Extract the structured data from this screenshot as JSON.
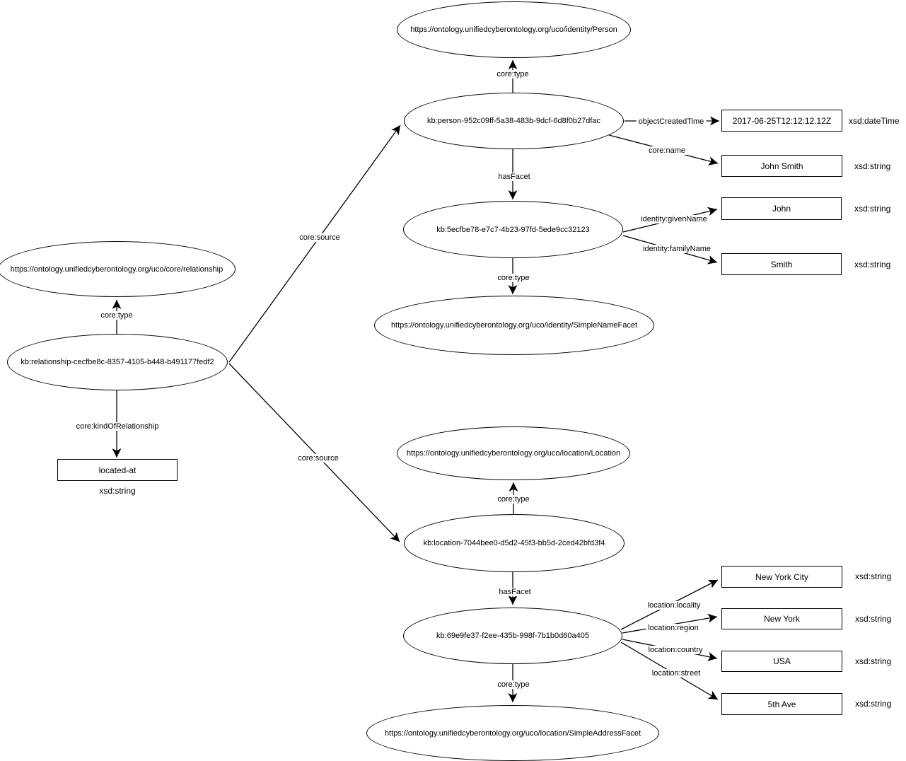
{
  "graph": {
    "colors": {
      "stroke": "#000000",
      "background": "#ffffff"
    },
    "relationship": {
      "type_label": "https://ontology.unifiedcyberontology.org/uco/core/relationship",
      "instance_label": "kb:relationship-cecfbe8c-8357-4105-b448-b491177fedf2",
      "kind": {
        "value": "located-at",
        "datatype": "xsd:string"
      }
    },
    "person": {
      "type_label": "https://ontology.unifiedcyberontology.org/uco/identity/Person",
      "instance_label": "kb:person-952c09ff-5a38-483b-9dcf-6d8f0b27dfac",
      "object_created_time": {
        "value": "2017-06-25T12:12:12.12Z",
        "datatype": "xsd:dateTime"
      },
      "name": {
        "value": "John Smith",
        "datatype": "xsd:string"
      },
      "name_facet": {
        "instance_label": "kb:5ecfbe78-e7c7-4b23-97fd-5ede9cc32123",
        "type_label": "https://ontology.unifiedcyberontology.org/uco/identity/SimpleNameFacet",
        "given_name": {
          "value": "John",
          "datatype": "xsd:string"
        },
        "family_name": {
          "value": "Smith",
          "datatype": "xsd:string"
        }
      }
    },
    "location": {
      "type_label": "https://ontology.unifiedcyberontology.org/uco/location/Location",
      "instance_label": "kb:location-7044bee0-d5d2-45f3-bb5d-2ced42bfd3f4",
      "address_facet": {
        "instance_label": "kb:69e9fe37-f2ee-435b-998f-7b1b0d60a405",
        "type_label": "https://ontology.unifiedcyberontology.org/uco/location/SimpleAddressFacet",
        "locality": {
          "value": "New York City",
          "datatype": "xsd:string"
        },
        "region": {
          "value": "New York",
          "datatype": "xsd:string"
        },
        "country": {
          "value": "USA",
          "datatype": "xsd:string"
        },
        "street": {
          "value": "5th Ave",
          "datatype": "xsd:string"
        }
      }
    },
    "predicates": {
      "core_type": "core:type",
      "core_source": "core:source",
      "core_name": "core:name",
      "core_kind_of_relationship": "core:kindOfRelationship",
      "has_facet": "hasFacet",
      "object_created_time": "objectCreatedTime",
      "identity_given_name": "identity:givenName",
      "identity_family_name": "identity:familyName",
      "location_locality": "location:locality",
      "location_region": "location:region",
      "location_country": "location:country",
      "location_street": "location:street"
    }
  }
}
